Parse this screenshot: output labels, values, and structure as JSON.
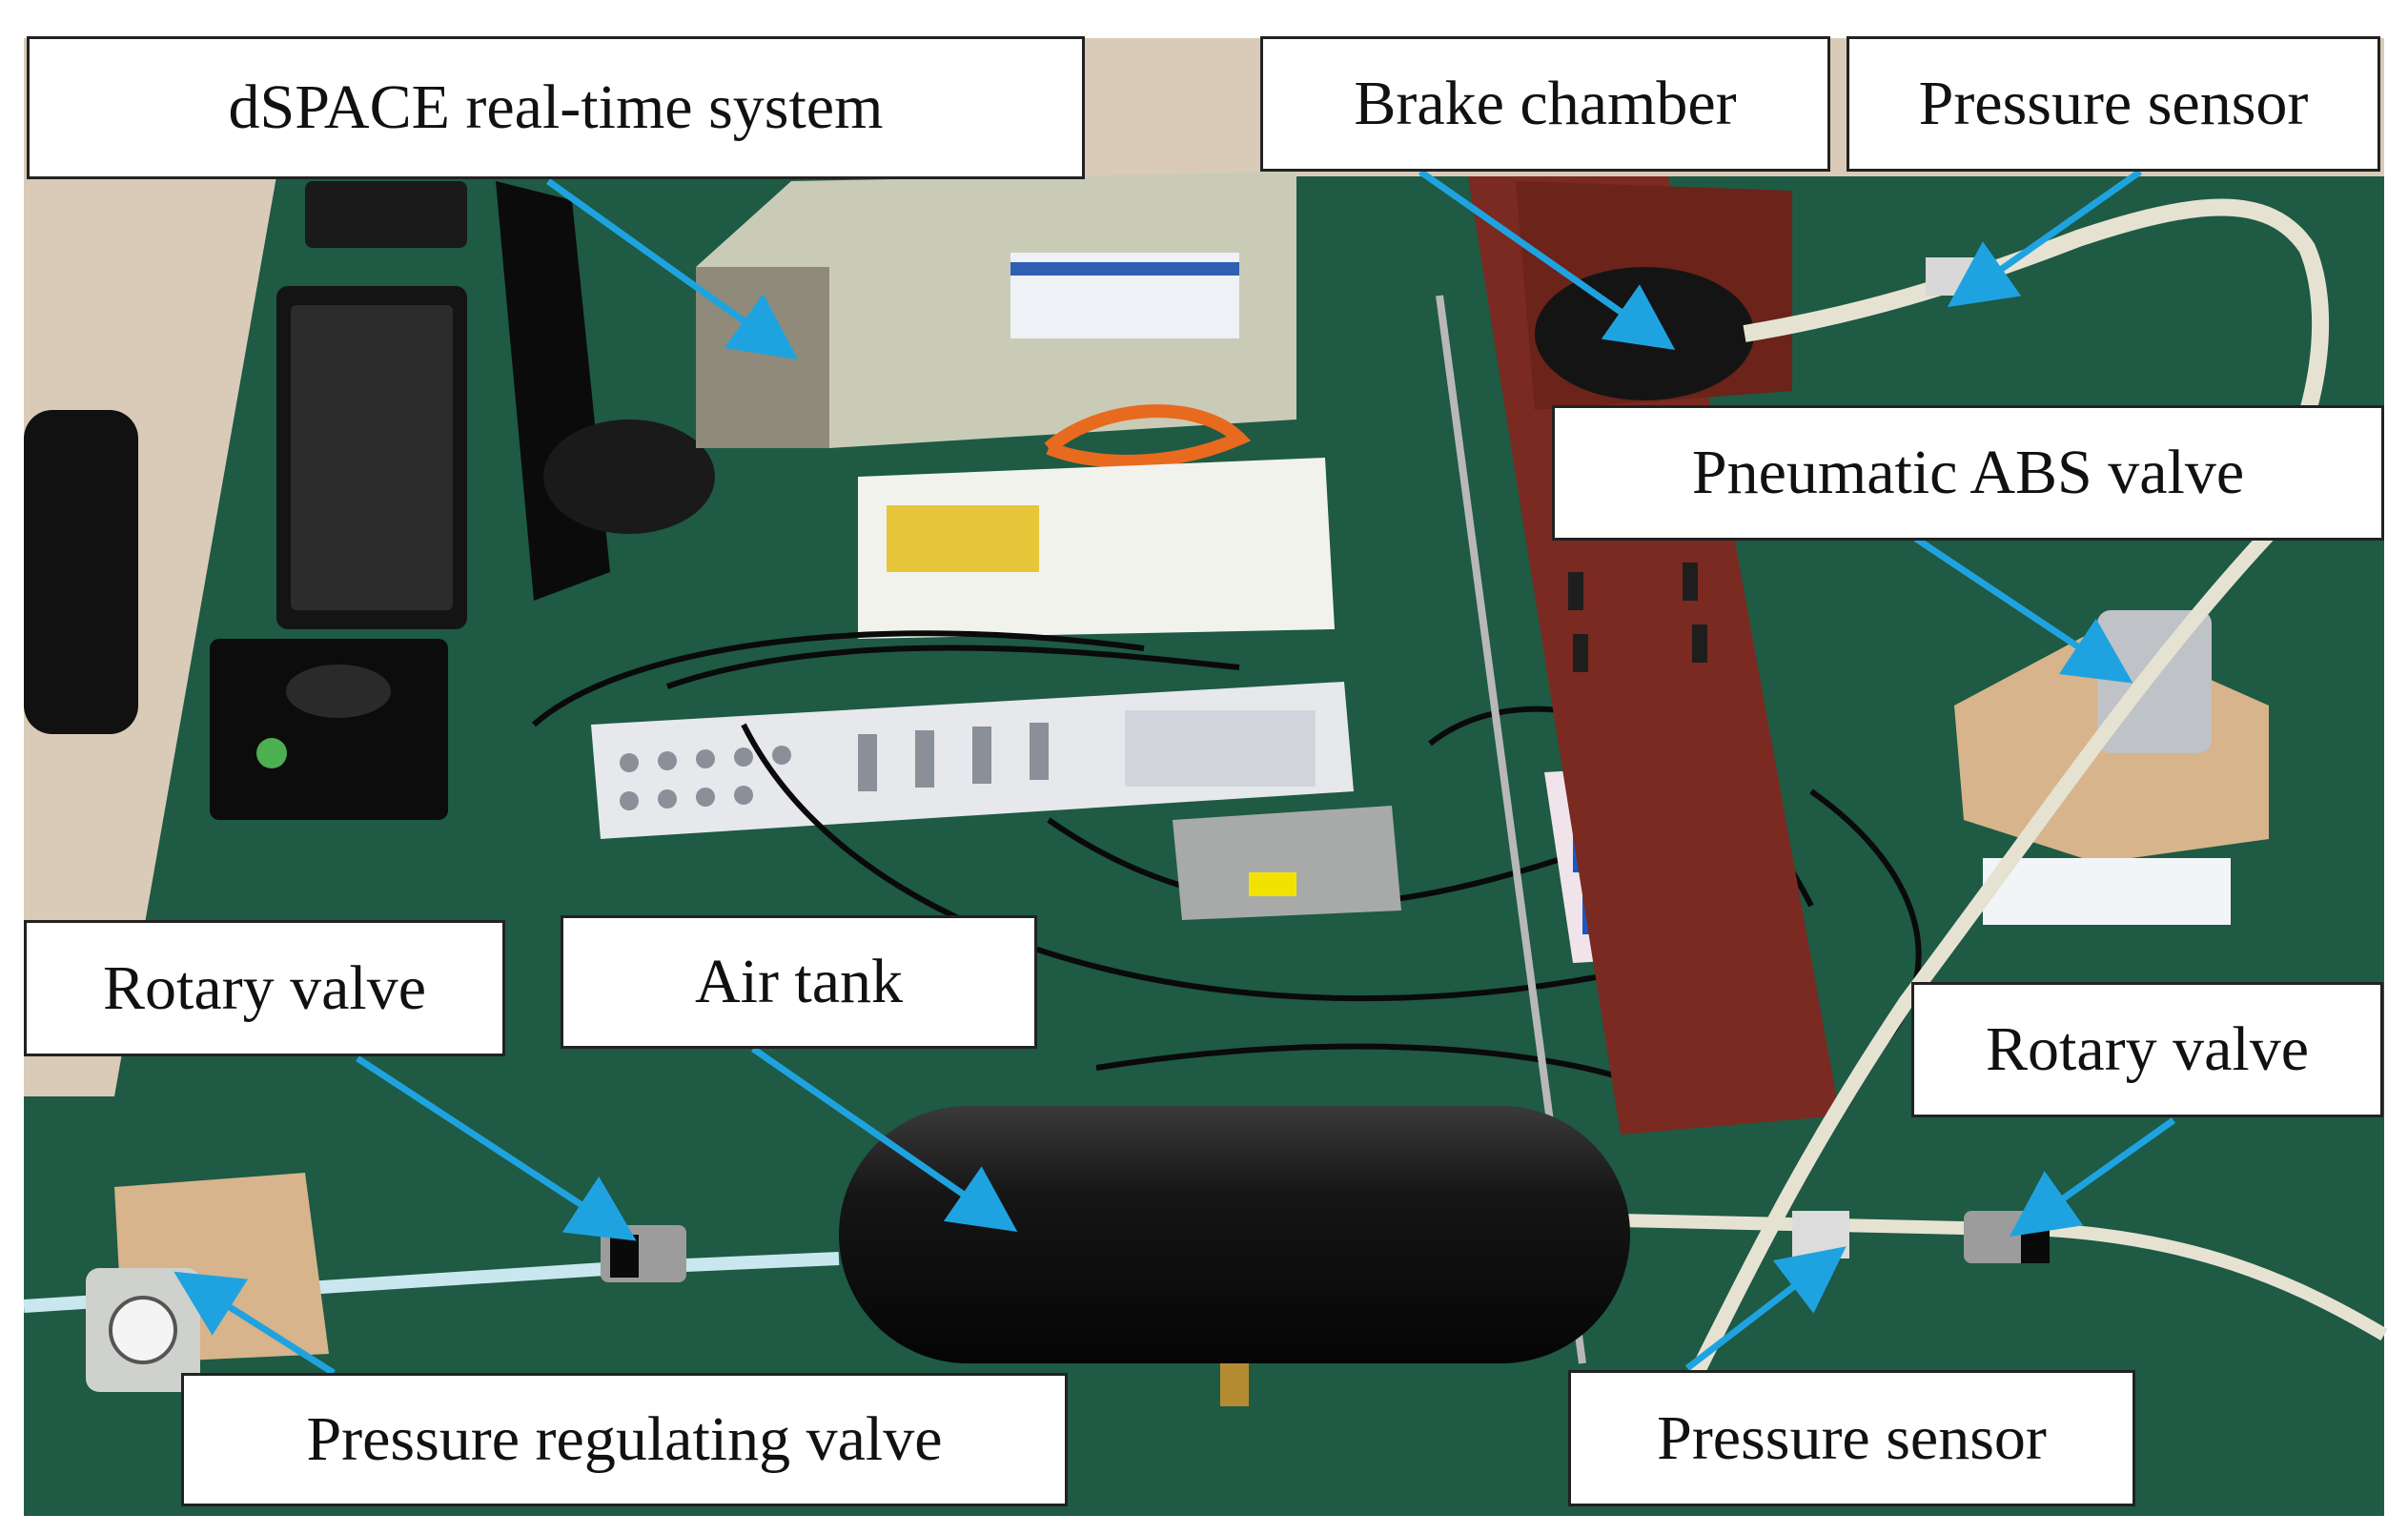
{
  "labels": {
    "dspace": "dSPACE real-time system",
    "brake_chamber": "Brake chamber",
    "pressure_sensor_top": "Pressure sensor",
    "abs_valve": "Pneumatic ABS valve",
    "rotary_valve_left": "Rotary valve",
    "air_tank": "Air tank",
    "rotary_valve_right": "Rotary valve",
    "pressure_regulating_valve": "Pressure regulating valve",
    "pressure_sensor_bottom": "Pressure sensor"
  },
  "colors": {
    "table": "#1e5a44",
    "arrow": "#1fa3e0",
    "tank": "#101010",
    "brake_plate": "#7a2a20",
    "floor": "#d9cbb8"
  }
}
